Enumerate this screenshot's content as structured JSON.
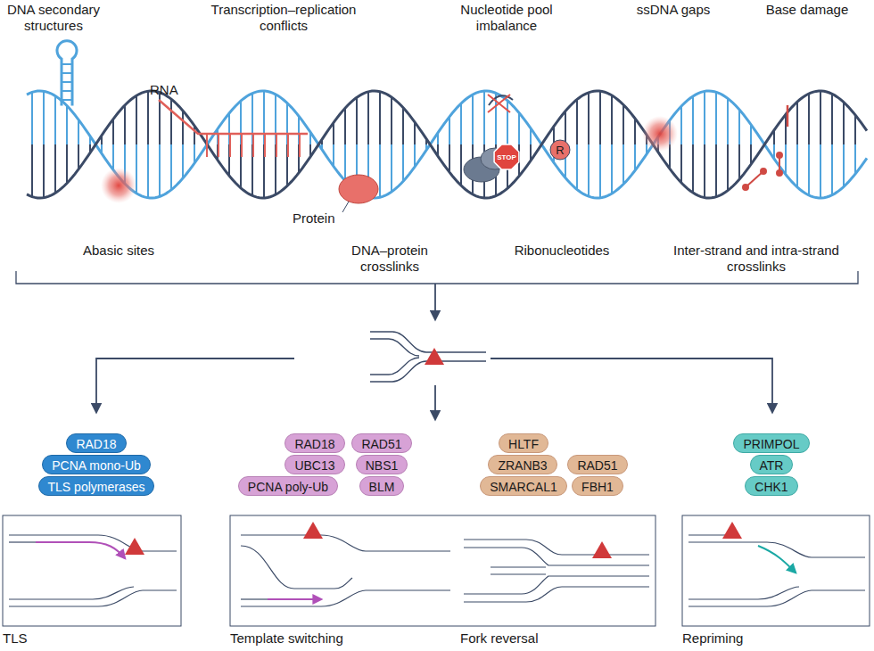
{
  "diagram": {
    "nodes": [
      {
        "text": [
          "STOP"
        ]
      },
      {
        "text": [
          "R"
        ]
      },
      {
        "text": [
          "RAD18"
        ]
      },
      {
        "text": [
          "PCNA mono-Ub"
        ]
      },
      {
        "text": [
          "TLS polymerases"
        ]
      },
      {
        "text": [
          "RAD18"
        ]
      },
      {
        "text": [
          "RAD51"
        ]
      },
      {
        "text": [
          "UBC13"
        ]
      },
      {
        "text": [
          "NBS1"
        ]
      },
      {
        "text": [
          "PCNA poly-Ub"
        ]
      },
      {
        "text": [
          "BLM"
        ]
      },
      {
        "text": [
          "HLTF"
        ]
      },
      {
        "text": [
          "ZRANB3"
        ]
      },
      {
        "text": [
          "RAD51"
        ]
      },
      {
        "text": [
          "SMARCAL1"
        ]
      },
      {
        "text": [
          "FBH1"
        ]
      },
      {
        "text": [
          "PRIMPOL"
        ]
      },
      {
        "text": [
          "ATR"
        ]
      },
      {
        "text": [
          "CHK1"
        ]
      }
    ],
    "labels": [
      "DNA secondary structures",
      "Transcription–replication conflicts",
      "Nucleotide pool imbalance",
      "ssDNA gaps",
      "Base damage",
      "RNA",
      "Protein",
      "Abasic sites",
      "DNA–protein crosslinks",
      "Ribonucleotides",
      "Inter-strand and intra-strand crosslinks",
      "TLS",
      "Template switching",
      "Fork reversal",
      "Repriming"
    ]
  }
}
